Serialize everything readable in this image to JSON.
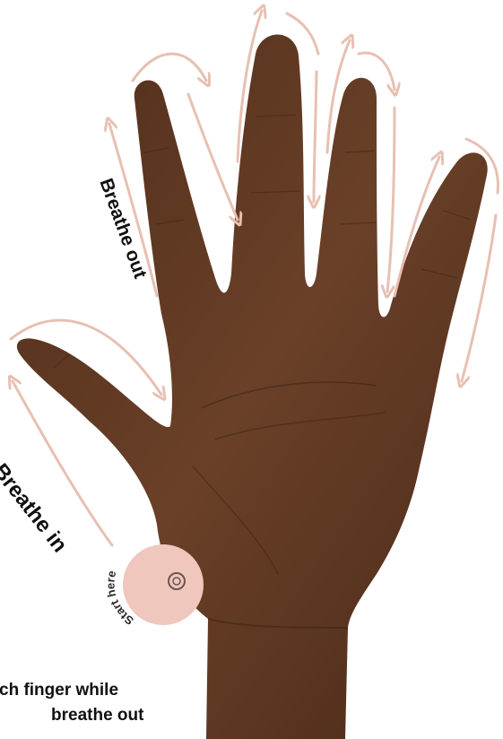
{
  "labels": {
    "breathe_out": "Breathe out",
    "breathe_in": "Breathe in",
    "start_here": "Start here"
  },
  "caption": {
    "line_1": "ch finger while",
    "line_2": "breathe out"
  },
  "icons": {
    "start_marker": "target-circle-icon",
    "arrows": "double-headed-arrow-icon"
  },
  "colors": {
    "skin": "#5c3621",
    "skin_shadow": "#3f2415",
    "arrow": "#e7c0b2",
    "start_disc": "#efc7bd",
    "text": "#111111"
  }
}
